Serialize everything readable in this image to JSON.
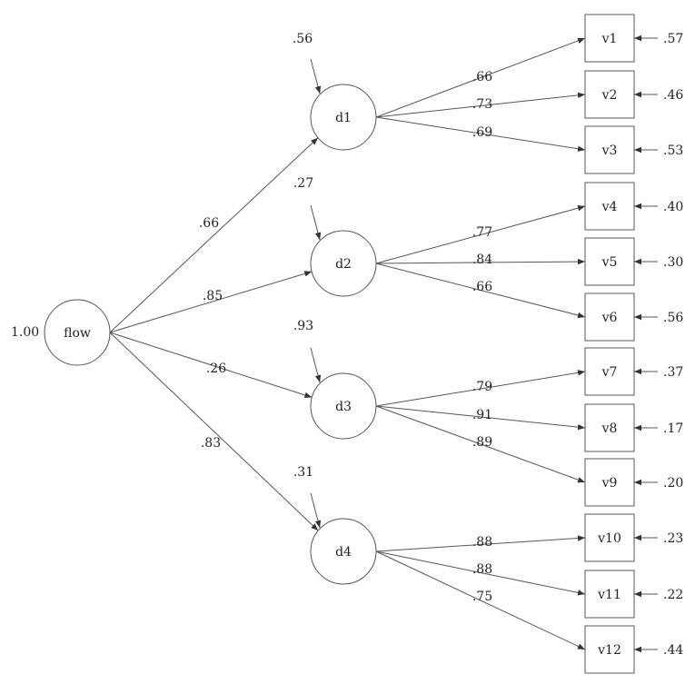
{
  "root": {
    "id": "flow",
    "label": "flow",
    "variance": "1.00"
  },
  "factors": [
    {
      "id": "d1",
      "label": "d1",
      "loading": ".66",
      "residual": ".56",
      "indicators": [
        {
          "id": "v1",
          "label": "v1",
          "loading": ".66",
          "error": ".57"
        },
        {
          "id": "v2",
          "label": "v2",
          "loading": ".73",
          "error": ".46"
        },
        {
          "id": "v3",
          "label": "v3",
          "loading": ".69",
          "error": ".53"
        }
      ]
    },
    {
      "id": "d2",
      "label": "d2",
      "loading": ".85",
      "residual": ".27",
      "indicators": [
        {
          "id": "v4",
          "label": "v4",
          "loading": ".77",
          "error": ".40"
        },
        {
          "id": "v5",
          "label": "v5",
          "loading": ".84",
          "error": ".30"
        },
        {
          "id": "v6",
          "label": "v6",
          "loading": ".66",
          "error": ".56"
        }
      ]
    },
    {
      "id": "d3",
      "label": "d3",
      "loading": ".26",
      "residual": ".93",
      "indicators": [
        {
          "id": "v7",
          "label": "v7",
          "loading": ".79",
          "error": ".37"
        },
        {
          "id": "v8",
          "label": "v8",
          "loading": ".91",
          "error": ".17"
        },
        {
          "id": "v9",
          "label": "v9",
          "loading": ".89",
          "error": ".20"
        }
      ]
    },
    {
      "id": "d4",
      "label": "d4",
      "loading": ".83",
      "residual": ".31",
      "indicators": [
        {
          "id": "v10",
          "label": "v10",
          "loading": ".88",
          "error": ".23"
        },
        {
          "id": "v11",
          "label": "v11",
          "loading": ".88",
          "error": ".22"
        },
        {
          "id": "v12",
          "label": "v12",
          "loading": ".75",
          "error": ".44"
        }
      ]
    }
  ]
}
